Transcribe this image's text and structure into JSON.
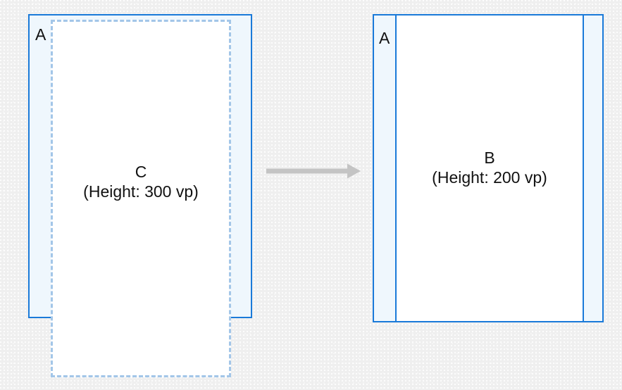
{
  "diagram": {
    "type": "layout-transformation",
    "background_color": "#efefef",
    "accent_color": "#1a7ad9",
    "accent_fill_color": "#eff7fd",
    "dashed_color": "#a3c6e8",
    "arrow_color": "#c4c4c4",
    "text_color": "#111111"
  },
  "left": {
    "outer": {
      "label": "A",
      "style": "solid",
      "fill": "#eff7fd"
    },
    "inner": {
      "name": "C",
      "detail": "(Height: 300 vp)",
      "style": "dashed",
      "fill": "#ffffff",
      "height_value": 300,
      "height_unit": "vp"
    }
  },
  "arrow": {
    "direction": "right",
    "icon": "arrow-right-icon"
  },
  "right": {
    "outer": {
      "label": "A",
      "style": "solid",
      "fill": "#eff7fd"
    },
    "inner": {
      "name": "B",
      "detail": "(Height: 200 vp)",
      "style": "solid",
      "fill": "#ffffff",
      "height_value": 200,
      "height_unit": "vp"
    }
  }
}
